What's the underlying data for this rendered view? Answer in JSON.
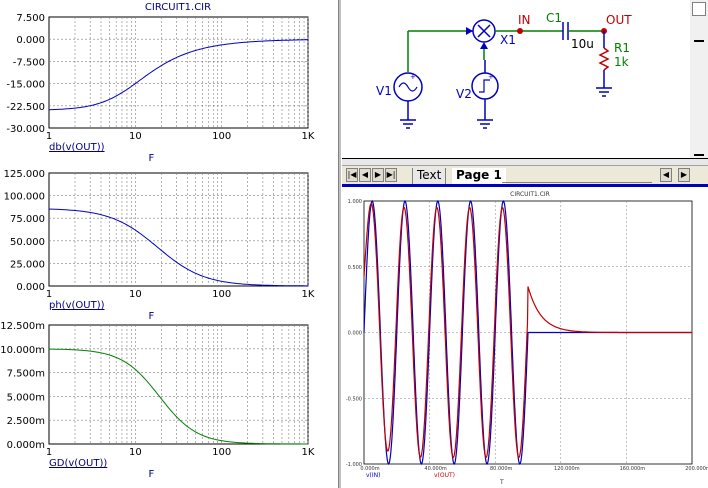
{
  "left_panel": {
    "title": "CIRCUIT1.CIR",
    "plots": [
      {
        "yticks": [
          "7.500",
          "0.000",
          "-7.500",
          "-15.000",
          "-22.500",
          "-30.000"
        ],
        "xticks": [
          "1",
          "10",
          "100",
          "1K"
        ],
        "ylabel": "db(v(OUT))",
        "xlabel": "F",
        "color": "#0000c0"
      },
      {
        "yticks": [
          "125.000",
          "100.000",
          "75.000",
          "50.000",
          "25.000",
          "0.000"
        ],
        "xticks": [
          "1",
          "10",
          "100",
          "1K"
        ],
        "ylabel": "ph(v(OUT))",
        "xlabel": "F",
        "color": "#0000c0"
      },
      {
        "yticks": [
          "12.500m",
          "10.000m",
          "7.500m",
          "5.000m",
          "2.500m",
          "0.000m"
        ],
        "xticks": [
          "1",
          "10",
          "100",
          "1K"
        ],
        "ylabel": "GD(v(OUT))",
        "xlabel": "F",
        "color": "#008000"
      }
    ]
  },
  "schematic": {
    "labels": {
      "v1": "V1",
      "v2": "V2",
      "x1": "X1",
      "in": "IN",
      "c1": "C1",
      "c1_val": "10u",
      "out": "OUT",
      "r1": "R1",
      "r1_val": "1k",
      "plus": "+"
    },
    "colors": {
      "wire_in": "#008000",
      "wire_blue": "#0000c0",
      "wire_green": "#008000",
      "node": "#c00000",
      "label_red": "#c00000"
    }
  },
  "tabbar": {
    "nav_first": "|◀",
    "nav_prev": "◀",
    "nav_next": "▶",
    "nav_last": "▶|",
    "tabs": [
      "Text",
      "Page 1"
    ],
    "scroll_left": "◀",
    "scroll_right": "▶"
  },
  "transient": {
    "title": "CIRCUIT1.CIR",
    "yticks": [
      "1.000",
      "0.500",
      "0.000",
      "-0.500",
      "-1.000"
    ],
    "xticks": [
      "0.000m",
      "40.000m",
      "80.000m",
      "120.000m",
      "160.000m",
      "200.000m"
    ],
    "legend_a": "v(IN)",
    "legend_b": "v(OUT)",
    "xlabel": "T",
    "color_in": "#0000c0",
    "color_out": "#c00000"
  }
}
